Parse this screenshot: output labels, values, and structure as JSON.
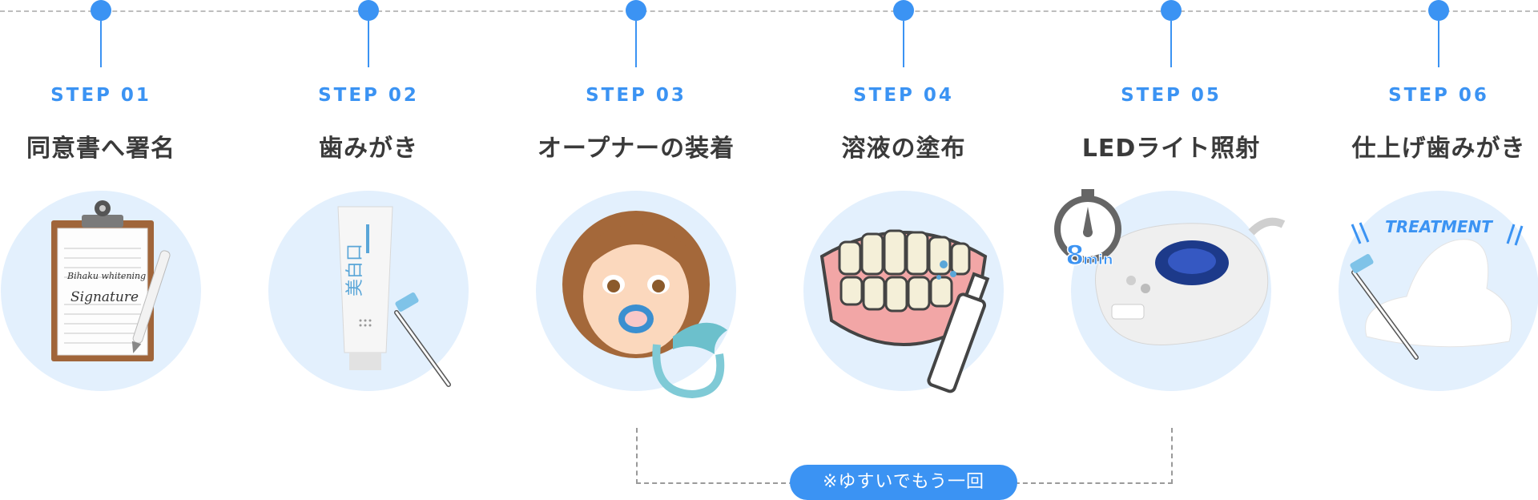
{
  "steps": [
    {
      "label": "STEP 01",
      "title": "同意書へ署名",
      "icon": "clipboard-signature-icon",
      "image_text": {
        "line1": "Bihaku whitening",
        "line2": "Signature"
      }
    },
    {
      "label": "STEP 02",
      "title": "歯みがき",
      "icon": "toothpaste-toothbrush-icon",
      "image_text": {
        "tube": "美白口"
      }
    },
    {
      "label": "STEP 03",
      "title": "オープナーの装着",
      "icon": "mouth-opener-icon"
    },
    {
      "label": "STEP 04",
      "title": "溶液の塗布",
      "icon": "teeth-spray-icon"
    },
    {
      "label": "STEP 05",
      "title": "LEDライト照射",
      "icon": "led-light-timer-icon",
      "image_text": {
        "timer_value": "8",
        "timer_unit": "min"
      }
    },
    {
      "label": "STEP 06",
      "title": "仕上げ歯みがき",
      "icon": "treatment-foam-icon",
      "image_text": {
        "banner": "TREATMENT"
      }
    }
  ],
  "rinse_note": "※ゆすいでもう一回",
  "colors": {
    "accent": "#3b93f3",
    "circle_bg": "#e3f0fd",
    "title_text": "#3a3a3a",
    "dashed": "#bdbdbd"
  }
}
